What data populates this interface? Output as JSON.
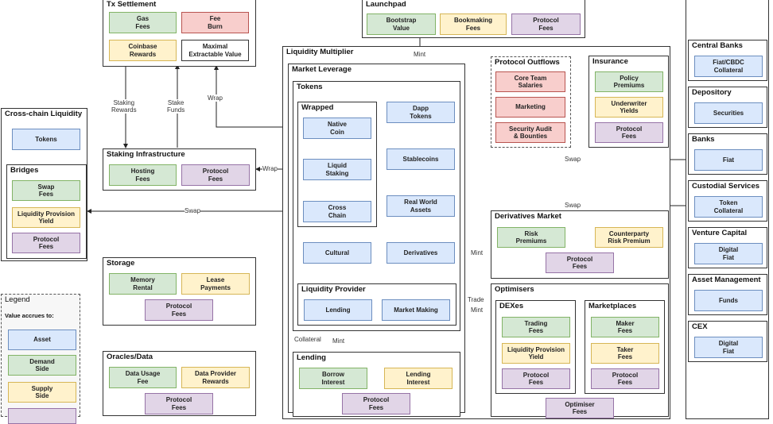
{
  "tx_settlement": {
    "title": "Tx Settlement",
    "gas": "Gas\nFees",
    "fee_burn": "Fee\nBurn",
    "coinbase": "Coinbase\nRewards",
    "mev": "Maximal\nExtractable Value"
  },
  "launchpad": {
    "title": "Launchpad",
    "bootstrap": "Bootstrap\nValue",
    "bookmaking": "Bookmaking\nFees",
    "protocol": "Protocol\nFees"
  },
  "staking_infra": {
    "title": "Staking Infrastructure",
    "hosting": "Hosting\nFees",
    "protocol": "Protocol\nFees"
  },
  "cross_chain": {
    "title": "Cross-chain Liquidity",
    "tokens": "Tokens",
    "bridges": "Bridges",
    "swap_fees": "Swap\nFees",
    "lp_yield": "Liquidity Provision\nYield",
    "protocol": "Protocol\nFees"
  },
  "storage": {
    "title": "Storage",
    "memory": "Memory\nRental",
    "lease": "Lease\nPayments",
    "protocol": "Protocol\nFees"
  },
  "oracles": {
    "title": "Oracles/Data",
    "usage": "Data Usage\nFee",
    "provider": "Data Provider\nRewards",
    "protocol": "Protocol\nFees"
  },
  "legend": {
    "title": "Legend",
    "subtitle": "Value accrues to:",
    "asset": "Asset",
    "demand": "Demand\nSide",
    "supply": "Supply\nSide"
  },
  "liquidity_multiplier": {
    "title": "Liquidity Multiplier",
    "market_leverage": "Market Leverage",
    "tokens": "Tokens",
    "wrapped": "Wrapped",
    "native": "Native\nCoin",
    "liquid_staking": "Liquid\nStaking",
    "cross_chain": "Cross\nChain",
    "cultural": "Cultural",
    "dapp": "Dapp\nTokens",
    "stablecoins": "Stablecoins",
    "rwa": "Real World\nAssets",
    "derivatives": "Derivatives",
    "lp_title": "Liquidity Provider",
    "lending": "Lending",
    "market_making": "Market Making"
  },
  "lending": {
    "title": "Lending",
    "borrow": "Borrow\nInterest",
    "lend": "Lending\nInterest",
    "protocol": "Protocol\nFees"
  },
  "outflows": {
    "title": "Protocol Outflows",
    "salaries": "Core Team\nSalaries",
    "marketing": "Marketing",
    "audit": "Security Audit\n& Bounties"
  },
  "insurance": {
    "title": "Insurance",
    "policy": "Policy\nPremiums",
    "underwriter": "Underwriter\nYields",
    "protocol": "Protocol\nFees"
  },
  "derivatives_market": {
    "title": "Derivatives Market",
    "risk": "Risk\nPremiums",
    "counterparty": "Counterparty\nRisk Premium",
    "protocol": "Protocol\nFees"
  },
  "optimisers": {
    "title": "Optimisers",
    "dexes": "DEXes",
    "trading": "Trading\nFees",
    "lp_yield": "Liquidity Provision\nYield",
    "dex_protocol": "Protocol\nFees",
    "marketplaces": "Marketplaces",
    "maker": "Maker\nFees",
    "taker": "Taker\nFees",
    "mp_protocol": "Protocol\nFees",
    "optimiser": "Optimiser\nFees"
  },
  "tradfi": {
    "central_banks": "Central Banks",
    "cb_node": "Fiat/CBDC\nCollateral",
    "depository": "Depository",
    "dep_node": "Securities",
    "banks": "Banks",
    "banks_node": "Fiat",
    "custodial": "Custodial Services",
    "cust_node": "Token\nCollateral",
    "vc": "Venture Capital",
    "vc_node": "Digital\nFiat",
    "asset_mgmt": "Asset Management",
    "am_node": "Funds",
    "cex": "CEX",
    "cex_node": "Digital\nFiat"
  },
  "edges": {
    "staking_rewards": "Staking\nRewards",
    "stake_funds": "Stake\nFunds",
    "wrap1": "Wrap",
    "wrap2": "Wrap",
    "mint1": "Mint",
    "swap1": "Swap",
    "swap2": "Swap",
    "swap3": "Swap",
    "mint2": "Mint",
    "trade": "Trade",
    "mint3": "Mint",
    "collateral": "Collateral",
    "mint4": "Mint"
  }
}
